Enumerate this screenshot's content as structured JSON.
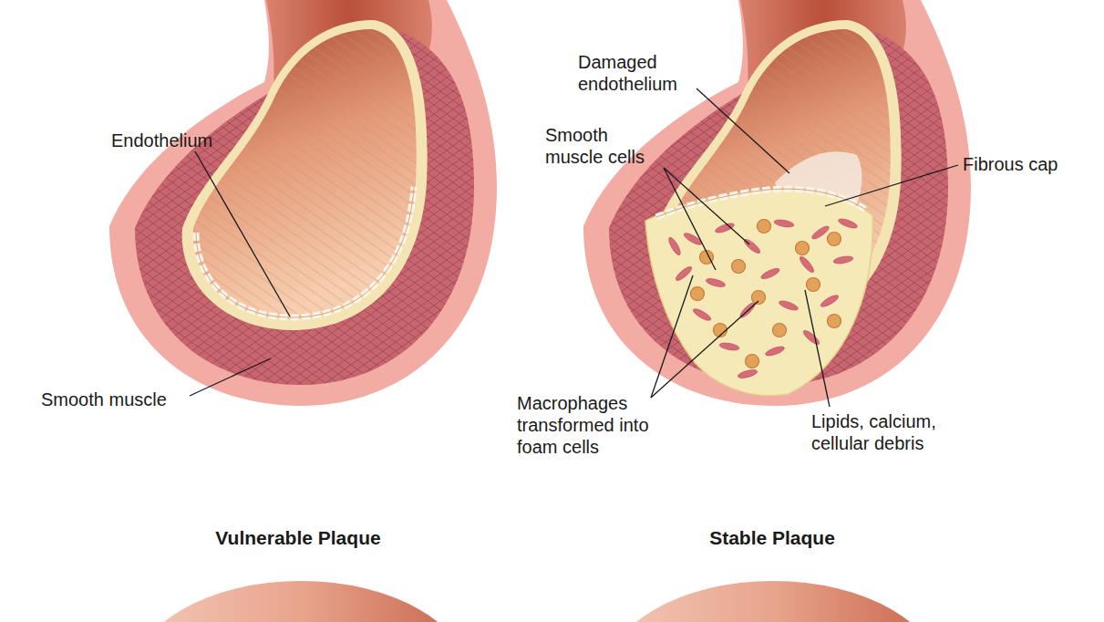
{
  "diagram": {
    "labels": [
      "Endothelium",
      "Smooth muscle",
      "Damaged endothelium",
      "Smooth muscle cells",
      "Fibrous cap",
      "Macrophages transformed into foam cells",
      "Lipids, calcium, cellular debris",
      "Vulnerable Plaque",
      "Stable Plaque"
    ]
  }
}
